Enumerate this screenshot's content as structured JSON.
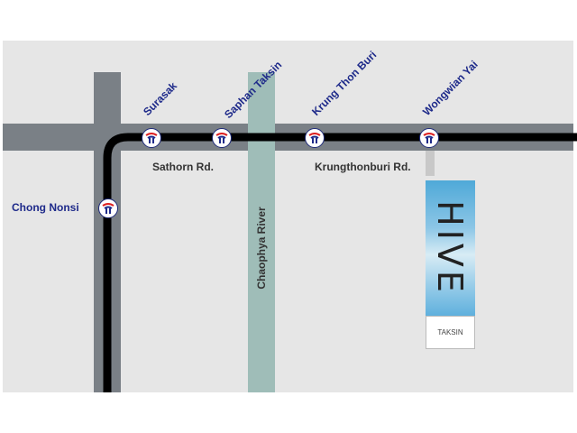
{
  "stations": [
    {
      "name": "Surasak"
    },
    {
      "name": "Saphan Taksin"
    },
    {
      "name": "Krung Thon Buri"
    },
    {
      "name": "Wongwian Yai"
    },
    {
      "name": "Chong Nonsi"
    }
  ],
  "roads": {
    "sathorn": "Sathorn Rd.",
    "krungthonburi": "Krungthonburi Rd."
  },
  "river": "Chaophya River",
  "building": {
    "logo": "HIVE",
    "name": "TAKSIN"
  },
  "colors": {
    "bts_line": "#000000",
    "road": "#7a8086",
    "river": "#9fbdb8",
    "station_text": "#1e2a8a"
  }
}
